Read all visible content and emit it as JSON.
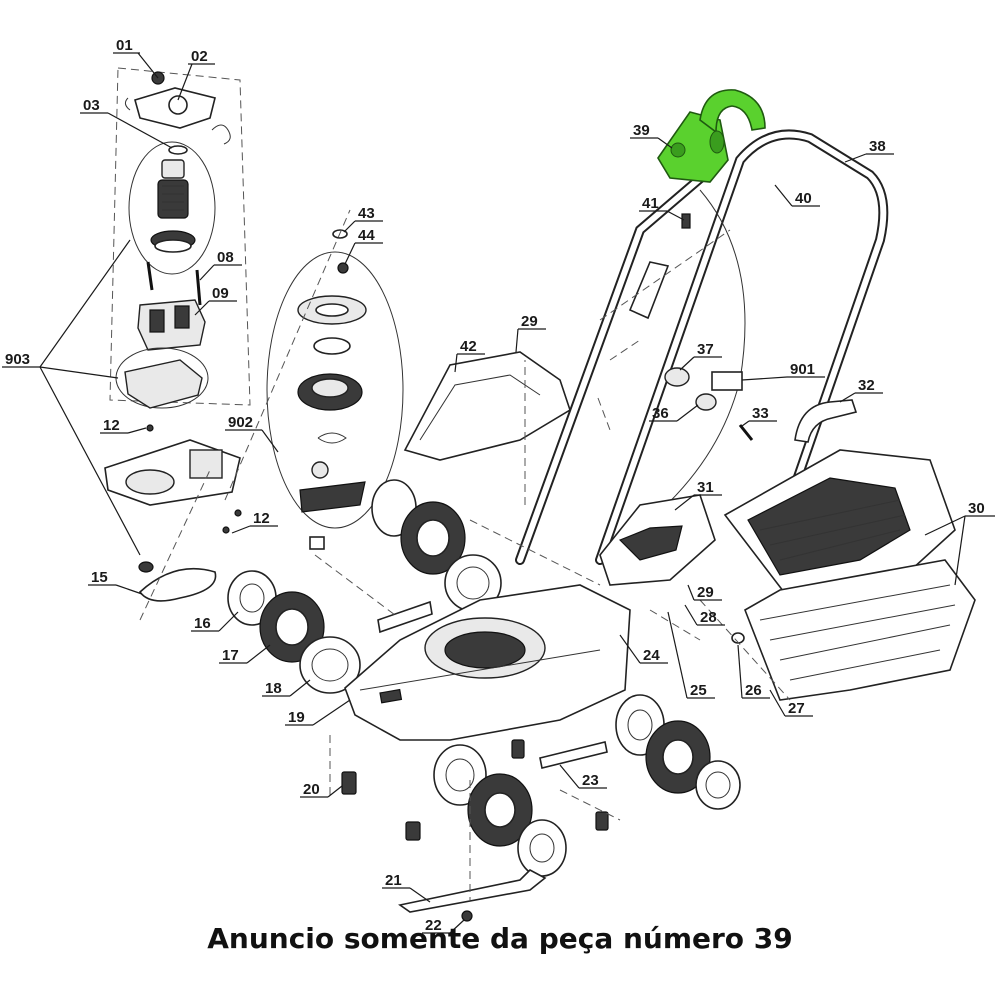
{
  "caption": "Anuncio somente da peça número 39",
  "highlight_color": "#5ad12e",
  "labels": {
    "l01": "01",
    "l02": "02",
    "l03": "03",
    "l08": "08",
    "l09": "09",
    "l903": "903",
    "l12a": "12",
    "l12b": "12",
    "l902": "902",
    "l15": "15",
    "l16": "16",
    "l17": "17",
    "l18": "18",
    "l19": "19",
    "l20": "20",
    "l21": "21",
    "l22": "22",
    "l23": "23",
    "l24": "24",
    "l25": "25",
    "l26": "26",
    "l27": "27",
    "l28": "28",
    "l29a": "29",
    "l29b": "29",
    "l30": "30",
    "l31": "31",
    "l32": "32",
    "l33": "33",
    "l36": "36",
    "l37": "37",
    "l38": "38",
    "l39": "39",
    "l40": "40",
    "l41": "41",
    "l42": "42",
    "l43": "43",
    "l44": "44",
    "l901": "901"
  }
}
